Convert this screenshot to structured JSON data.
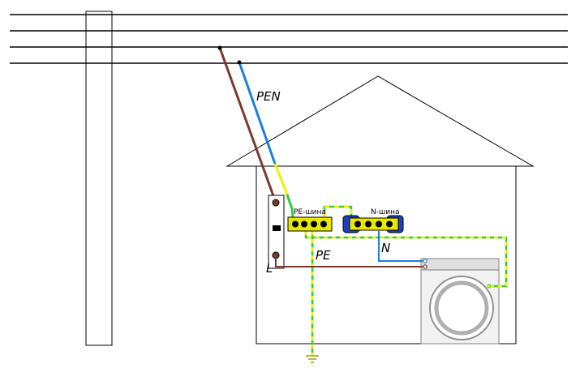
{
  "labels": {
    "pen": "PEN",
    "pe": "PE",
    "n": "N",
    "l": "L",
    "pe_bus": "PE-шина",
    "n_bus": "N-шина"
  },
  "colors": {
    "line": "#000000",
    "phase_wire": "#7a3b2e",
    "neutral_wire": "#1a7fe0",
    "pe_green": "#2ecc40",
    "pe_yellow": "#f5f000",
    "bus_bar": "#e8e800",
    "n_bus_block": "#1f3fbf",
    "appliance": "#e8e8e8",
    "outline": "#808080"
  }
}
